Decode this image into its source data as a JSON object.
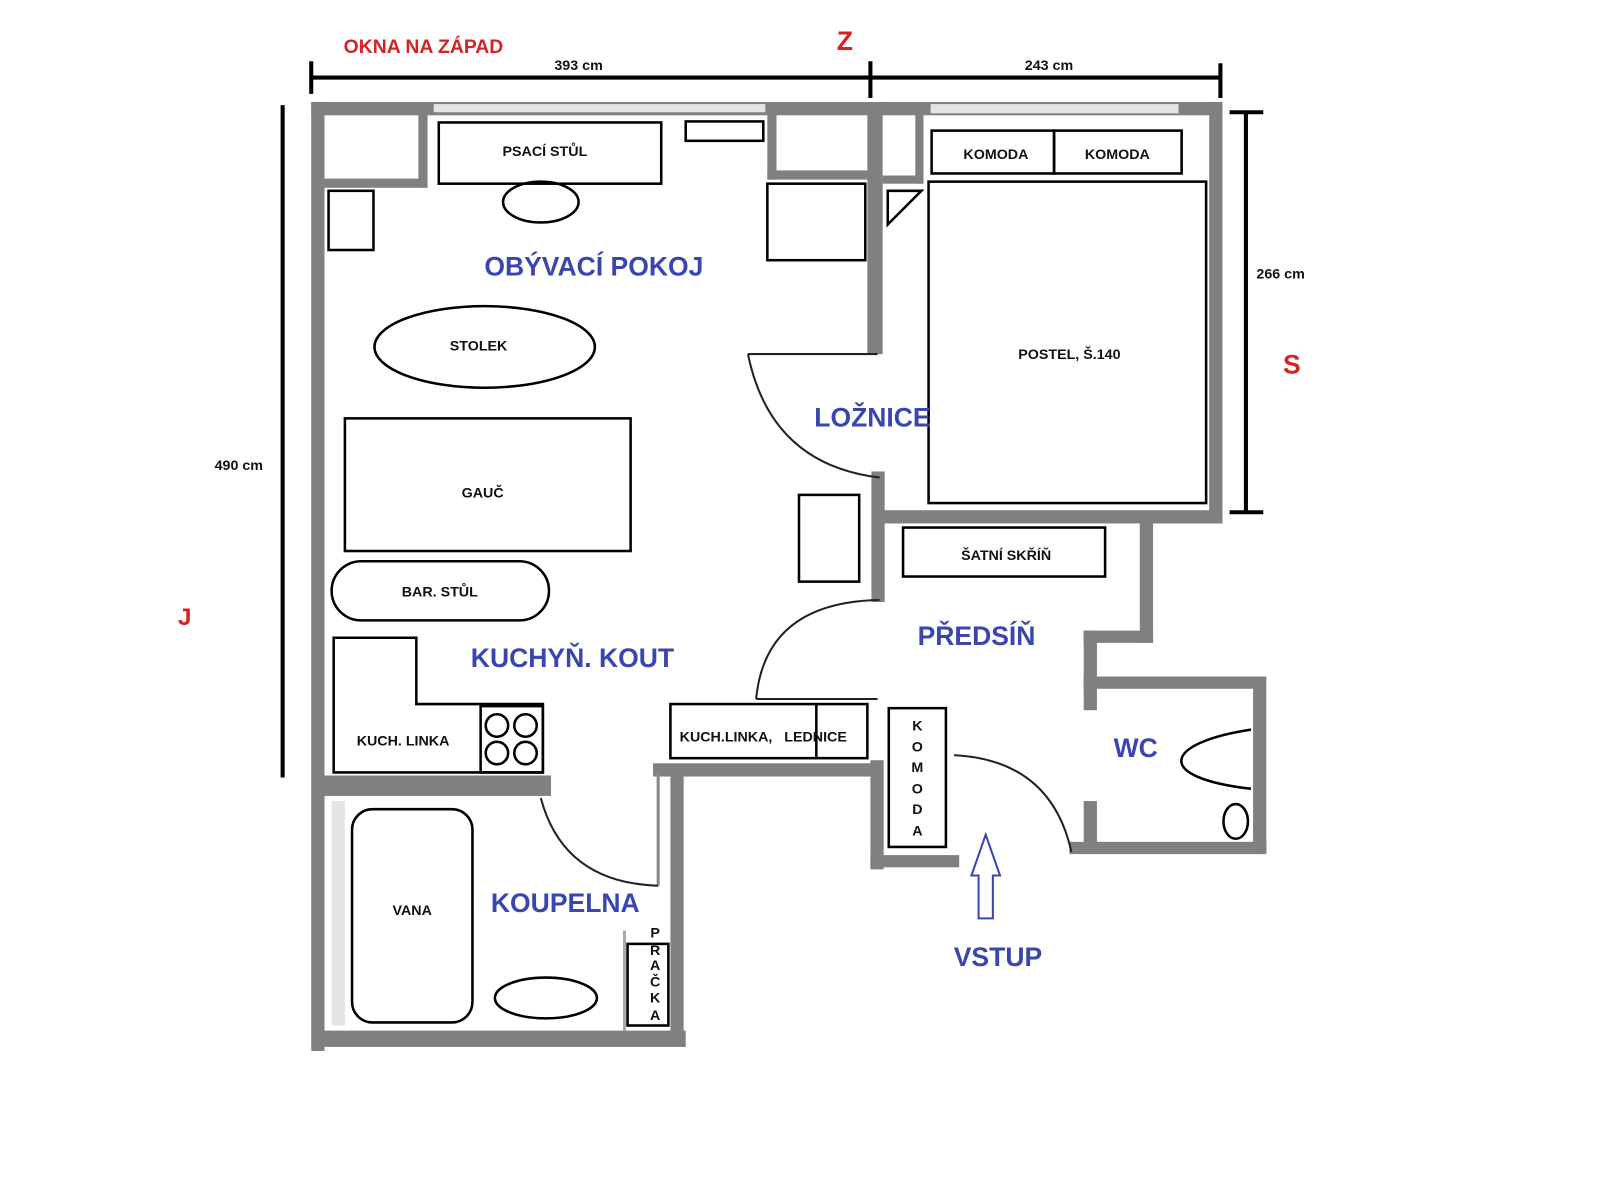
{
  "compass": {
    "note": "OKNA NA ZÁPAD",
    "west": "Z",
    "north": "S",
    "south": "J"
  },
  "dimensions": {
    "top_left": "393 cm",
    "top_right": "243 cm",
    "right": "266 cm",
    "left": "490 cm"
  },
  "rooms": {
    "living": "OBÝVACÍ POKOJ",
    "bedroom": "LOŽNICE",
    "kitchen": "KUCHYŇ. KOUT",
    "hall": "PŘEDSÍŇ",
    "wc": "WC",
    "bathroom": "KOUPELNA",
    "entrance": "VSTUP"
  },
  "furniture": {
    "desk": "PSACÍ STŮL",
    "dresser1": "KOMODA",
    "dresser2": "KOMODA",
    "bed": "POSTEL, Š.140",
    "coffee_table": "STOLEK",
    "sofa": "GAUČ",
    "bar_table": "BAR. STŮL",
    "wardrobe": "ŠATNÍ SKŘÍŇ",
    "kitchen_unit": "KUCH. LINKA",
    "kitchen_unit_fridge": "KUCH.LINKA,   LEDNICE",
    "hall_dresser": [
      "K",
      "O",
      "M",
      "O",
      "D",
      "A"
    ],
    "washer": [
      "P",
      "R",
      "A",
      "Č",
      "K",
      "A"
    ]
  },
  "colors": {
    "wall": "#808080",
    "room_label": "#3a46b0",
    "compass": "#d42323"
  }
}
